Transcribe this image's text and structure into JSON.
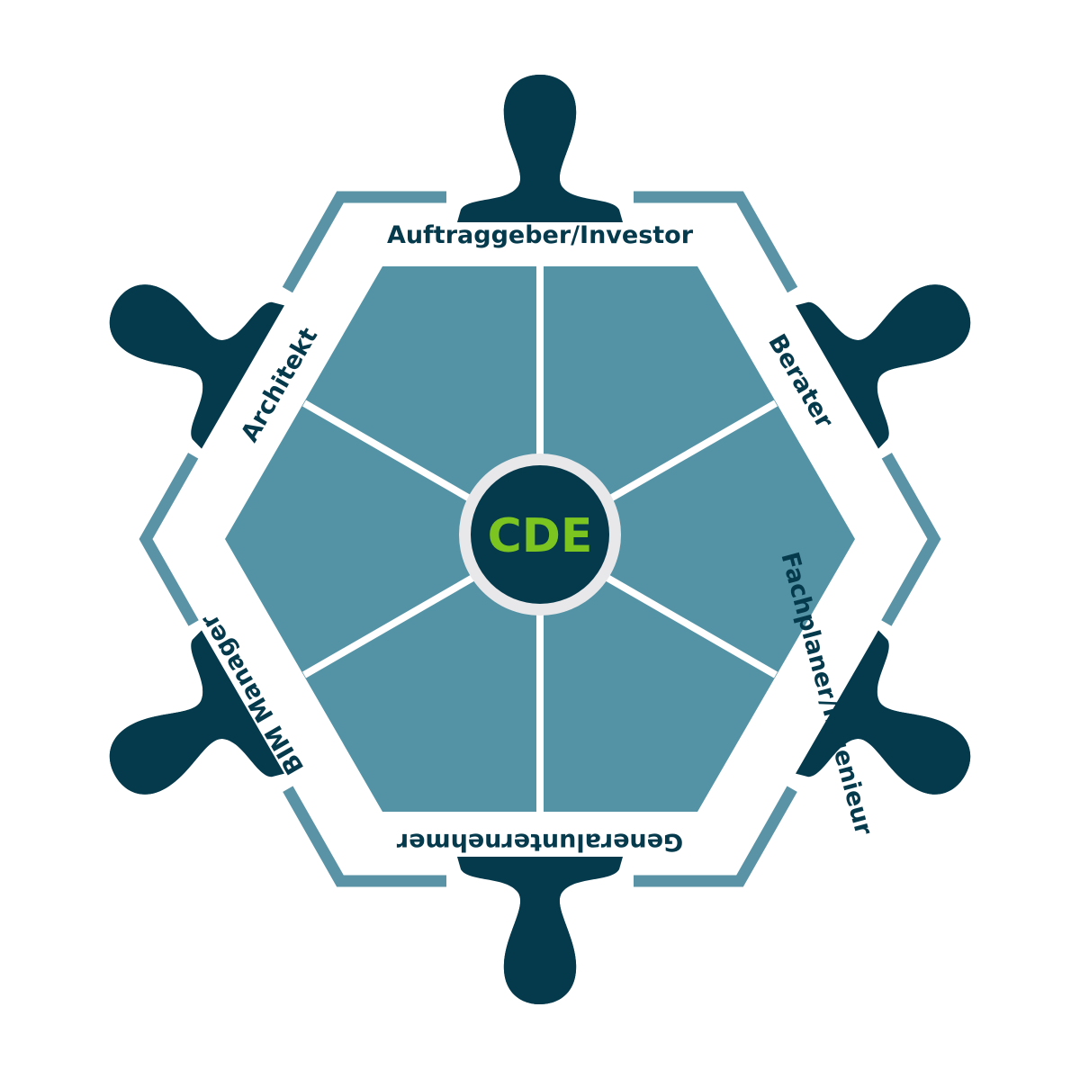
{
  "colors": {
    "dark_navy": "#053a4c",
    "teal_outline": "#5a93a6",
    "teal_fill": "#5393a5",
    "ring_grey": "#e8e8ea",
    "cde_green": "#7cc520",
    "background": "#ffffff"
  },
  "center": {
    "label": "CDE"
  },
  "roles": [
    {
      "id": "top",
      "label": "Auftraggeber/Investor",
      "icon": "person-icon"
    },
    {
      "id": "upper-right",
      "label": "Berater",
      "icon": "person-icon"
    },
    {
      "id": "lower-right",
      "label": "Fachplaner/Ingenieur",
      "icon": "person-icon"
    },
    {
      "id": "bottom",
      "label": "Generalunternehmer",
      "icon": "person-icon"
    },
    {
      "id": "lower-left",
      "label": "BIM Manager",
      "icon": "person-icon"
    },
    {
      "id": "upper-left",
      "label": "Architekt",
      "icon": "person-icon"
    }
  ]
}
